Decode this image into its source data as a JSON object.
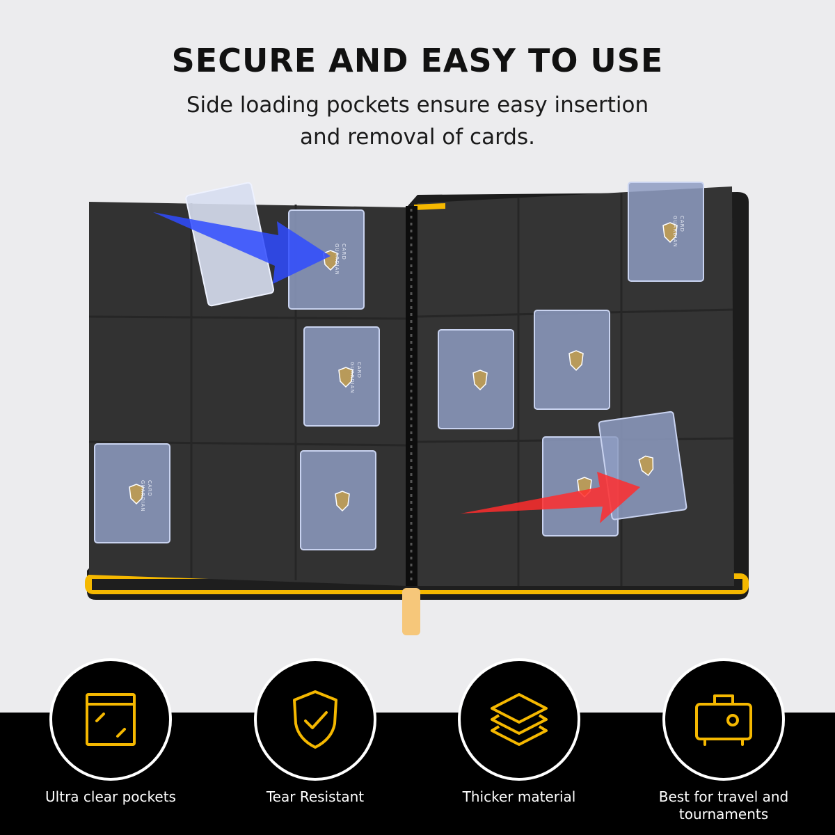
{
  "header": {
    "title": "SECURE AND EASY TO USE",
    "subtitle_line1": "Side loading pockets ensure easy insertion",
    "subtitle_line2": "and removal of cards."
  },
  "binder": {
    "card_brand_line1": "CARD",
    "card_brand_line2": "GUARDIAN",
    "colors": {
      "binder": "#2a2a2a",
      "page": "#333333",
      "accent": "#f5b800",
      "arrow_blue": "#2f4bff",
      "arrow_red": "#ff3030"
    }
  },
  "features": [
    {
      "icon": "clear-pocket-icon",
      "label": "Ultra clear pockets"
    },
    {
      "icon": "shield-check-icon",
      "label": "Tear Resistant"
    },
    {
      "icon": "layers-icon",
      "label": "Thicker material"
    },
    {
      "icon": "suitcase-icon",
      "label_line1": "Best for travel and",
      "label_line2": "tournaments"
    }
  ],
  "colors": {
    "icon": "#f5b800",
    "band": "#000000",
    "background": "#ececee"
  }
}
